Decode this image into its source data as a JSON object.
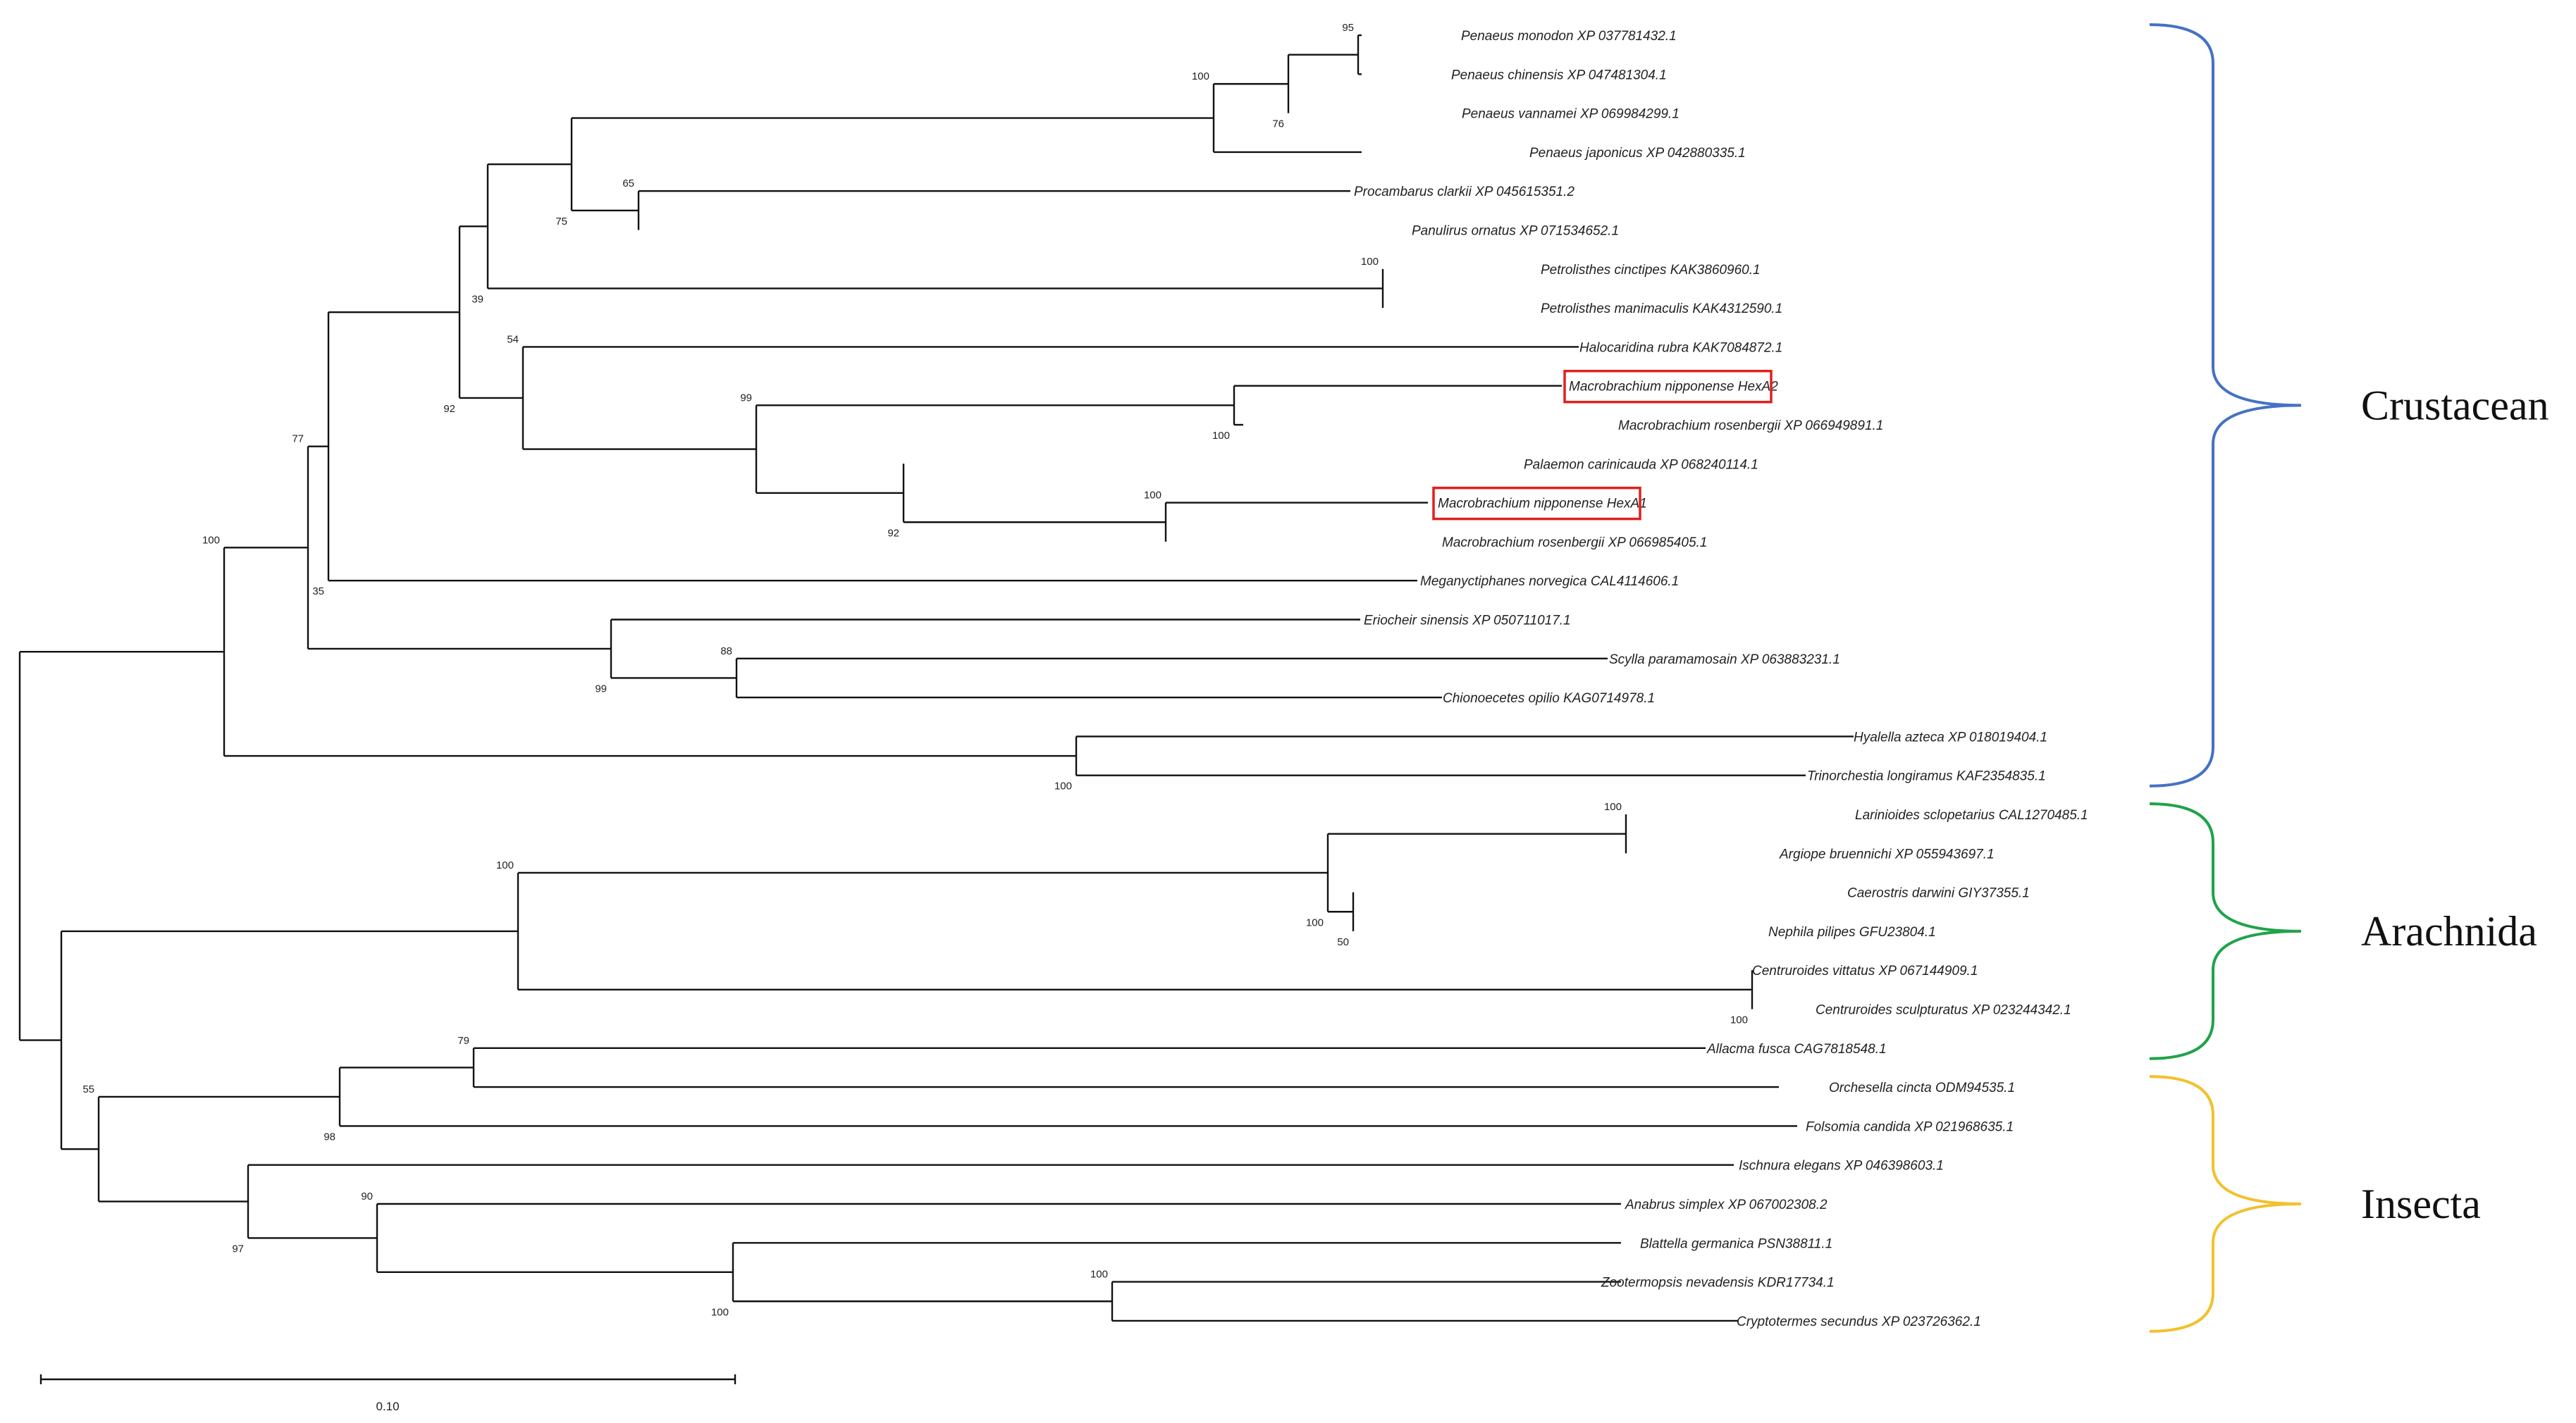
{
  "taxa": [
    "Penaeus monodon XP 037781432.1",
    "Penaeus chinensis XP 047481304.1",
    "Penaeus vannamei XP 069984299.1",
    "Penaeus japonicus XP 042880335.1",
    "Procambarus clarkii XP 045615351.2",
    "Panulirus ornatus XP 071534652.1",
    "Petrolisthes cinctipes KAK3860960.1",
    "Petrolisthes manimaculis KAK4312590.1",
    "Halocaridina rubra KAK7084872.1",
    "Macrobrachium nipponense HexA2",
    "Macrobrachium rosenbergii XP 066949891.1",
    "Palaemon carinicauda XP 068240114.1",
    "Macrobrachium nipponense HexA1",
    "Macrobrachium rosenbergii XP 066985405.1",
    "Meganyctiphanes norvegica CAL4114606.1",
    "Eriocheir sinensis XP 050711017.1",
    "Scylla paramamosain XP 063883231.1",
    "Chionoecetes opilio KAG0714978.1",
    "Hyalella azteca XP 018019404.1",
    "Trinorchestia longiramus KAF2354835.1",
    "Larinioides sclopetarius CAL1270485.1",
    "Argiope bruennichi XP 055943697.1",
    "Caerostris darwini GIY37355.1",
    "Nephila pilipes GFU23804.1",
    "Centruroides vittatus XP 067144909.1",
    "Centruroides sculpturatus XP 023244342.1",
    "Allacma fusca CAG7818548.1",
    "Orchesella cincta ODM94535.1",
    "Folsomia candida XP 021968635.1",
    "Ischnura elegans XP 046398603.1",
    "Anabrus simplex XP 067002308.2",
    "Blattella germanica PSN38811.1",
    "Zootermopsis nevadensis KDR17734.1",
    "Cryptotermes secundus XP 023726362.1"
  ],
  "highlighted": [
    "Macrobrachium nipponense HexA2",
    "Macrobrachium nipponense HexA1"
  ],
  "bootstrap": [
    "95",
    "76",
    "100",
    "75",
    "65",
    "39",
    "100",
    "92",
    "54",
    "100",
    "99",
    "92",
    "100",
    "35",
    "77",
    "99",
    "88",
    "100",
    "100",
    "100",
    "100",
    "50",
    "100",
    "100",
    "79",
    "98",
    "55",
    "97",
    "90",
    "100",
    "100"
  ],
  "groups": [
    {
      "name": "Crustacean",
      "color": "#4472c4"
    },
    {
      "name": "Arachnida",
      "color": "#1fa34a"
    },
    {
      "name": "Insecta",
      "color": "#f2c12e"
    }
  ],
  "scale_bar": {
    "label": "0.10"
  }
}
